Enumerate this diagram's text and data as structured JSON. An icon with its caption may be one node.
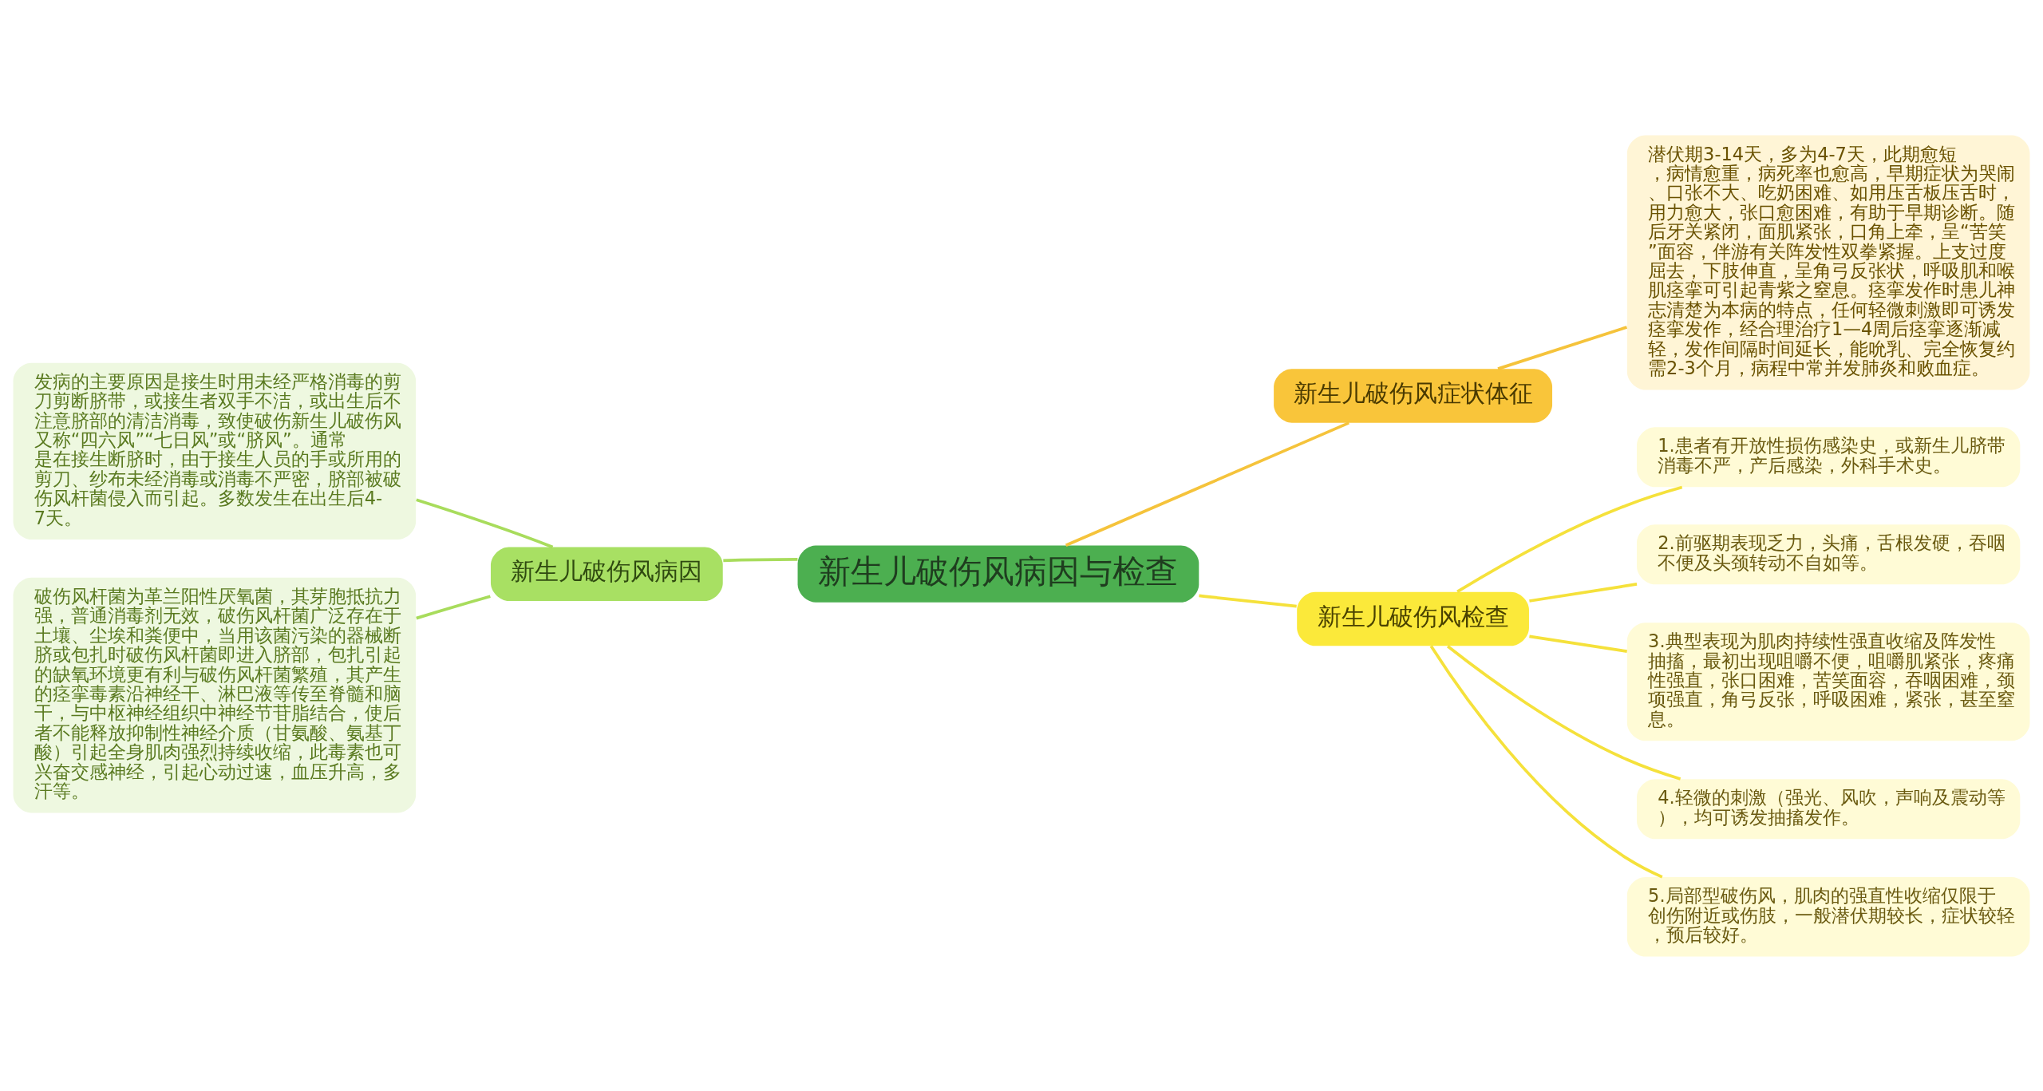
{
  "diagram": {
    "nodes": [
      {
        "text": [
          "新生儿破伤风病因与检查"
        ]
      },
      {
        "text": [
          "新生儿破伤风病因"
        ]
      },
      {
        "text": [
          "发病的主要原因是接生时用未经严格消毒的剪刀剪断脐带，或接生者双手不洁，或出生后不注意脐部的清洁消毒，致使破伤新生儿破伤风又称“四六风”“七日风”或“脐风”。通常是在接生断脐时，由于接生人员的手或所用的剪刀、纱布未经消毒或消毒不严密，脐部被破伤风杆菌侵入而引起。多数发生在出生后4-7天。"
        ]
      },
      {
        "text": [
          "破伤风杆菌为革兰阳性厌氧菌，其芽胞抵抗力强，普通消毒剂无效，破伤风杆菌广泛存在于土壤、尘埃和粪便中，当用该菌污染的器械断脐或包扎时破伤风杆菌即进入脐部，包扎引起的缺氧环境更有利与破伤风杆菌繁殖，其产生的痉挛毒素沿神经干、淋巴液等传至脊髓和脑干，与中枢神经组织中神经节苷脂结合，使后者不能释放抑制性神经介质（甘氨酸、氨基丁酸）引起全身肌肉强烈持续收缩，此毒素也可兴奋交感神经，引起心动过速，血压升高，多汗等。"
        ]
      },
      {
        "text": [
          "新生儿破伤风症状体征"
        ]
      },
      {
        "text": [
          "潜伏期3-14天，多为4-7天，此期愈短，病情愈重，病死率也愈高，早期症状为哭闹、口张不大、吃奶困难、如用压舌板压舌时，用力愈大，张口愈困难，有助于早期诊断。随后牙关紧闭，面肌紧张，口角上牵，呈“苦笑”面容，伴游有关阵发性双拳紧握。上支过度屈去，下肢伸直，呈角弓反张状，呼吸肌和喉肌痉挛可引起青紫之窒息。痉挛发作时患儿神志清楚为本病的特点，任何轻微刺激即可诱发痉挛发作，经合理治疗1—4周后痉挛逐渐减轻，发作间隔时间延长，能吮乳、完全恢复约需2-3个月，病程中常并发肺炎和败血症。"
        ]
      },
      {
        "text": [
          "新生儿破伤风检查"
        ]
      },
      {
        "text": [
          "1.患者有开放性损伤感染史，或新生儿脐带消毒不严，产后感染，外科手术史。"
        ]
      },
      {
        "text": [
          "2.前驱期表现乏力，头痛，舌根发硬，吞咽不便及头颈转动不自如等。"
        ]
      },
      {
        "text": [
          "3.典型表现为肌肉持续性强直收缩及阵发性抽搐，最初出现咀嚼不便，咀嚼肌紧张，疼痛性强直，张口困难，苦笑面容，吞咽困难，颈项强直，角弓反张，呼吸困难，紧张，甚至窒息。"
        ]
      },
      {
        "text": [
          "4.轻微的刺激（强光、风吹，声响及震动等），均可诱发抽搐发作。"
        ]
      },
      {
        "text": [
          "5.局部型破伤风，肌肉的强直性收缩仅限于创伤附近或伤肢，一般潜伏期较长，症状较轻，预后较好。"
        ]
      }
    ],
    "edges": [
      {
        "from": 0,
        "to": 1,
        "arrow": "none",
        "color": "#a8dc5c"
      },
      {
        "from": 1,
        "to": 2,
        "arrow": "none",
        "color": "#a8dc5c"
      },
      {
        "from": 1,
        "to": 3,
        "arrow": "none",
        "color": "#a8dc5c"
      },
      {
        "from": 0,
        "to": 4,
        "arrow": "none",
        "color": "#f5c33b"
      },
      {
        "from": 4,
        "to": 5,
        "arrow": "none",
        "color": "#f5c33b"
      },
      {
        "from": 0,
        "to": 6,
        "arrow": "none"
      },
      {
        "from": 6,
        "to": 7,
        "arrow": "none"
      },
      {
        "from": 6,
        "to": 8,
        "arrow": "none"
      },
      {
        "from": 6,
        "to": 9,
        "arrow": "none"
      },
      {
        "from": 6,
        "to": 10,
        "arrow": "none"
      },
      {
        "from": 6,
        "to": 11,
        "arrow": "none"
      }
    ]
  }
}
